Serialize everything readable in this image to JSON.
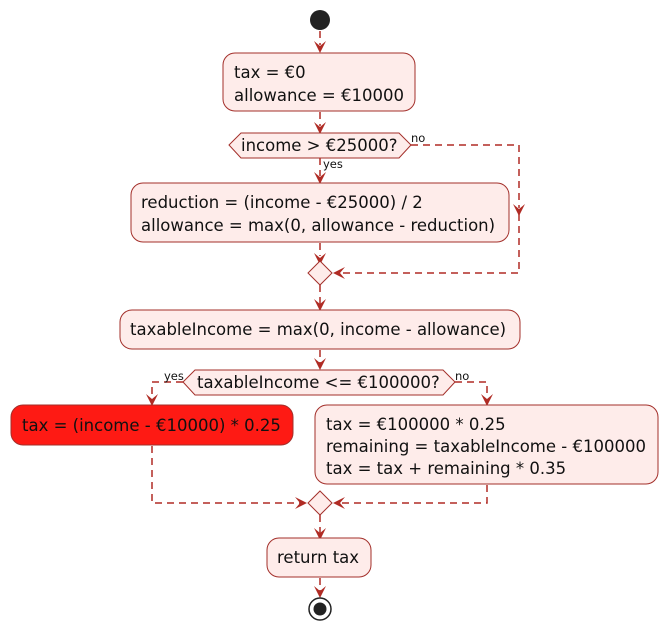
{
  "diagram": {
    "type": "activity-flowchart",
    "colors": {
      "node_fill": "#FEECEA",
      "node_border": "#A32F2A",
      "highlight_fill": "#FE1A14",
      "edge": "#B02C25",
      "start_stop": "#222222"
    },
    "init": {
      "line1": "tax = €0",
      "line2": "allowance = €10000"
    },
    "decision_income": {
      "text": "income > €25000?",
      "yes_label": "yes",
      "no_label": "no"
    },
    "reduction": {
      "line1": "reduction = (income - €25000) / 2",
      "line2": "allowance = max(0, allowance - reduction)"
    },
    "taxable": {
      "text": "taxableIncome = max(0, income - allowance)"
    },
    "decision_taxable": {
      "text": "taxableIncome <= €100000?",
      "yes_label": "yes",
      "no_label": "no"
    },
    "tax_low": {
      "text": "tax = (income - €10000) * 0.25"
    },
    "tax_high": {
      "line1": "tax = €100000 * 0.25",
      "line2": "remaining = taxableIncome - €100000",
      "line3": "tax = tax + remaining * 0.35"
    },
    "return": {
      "text": "return tax"
    }
  }
}
